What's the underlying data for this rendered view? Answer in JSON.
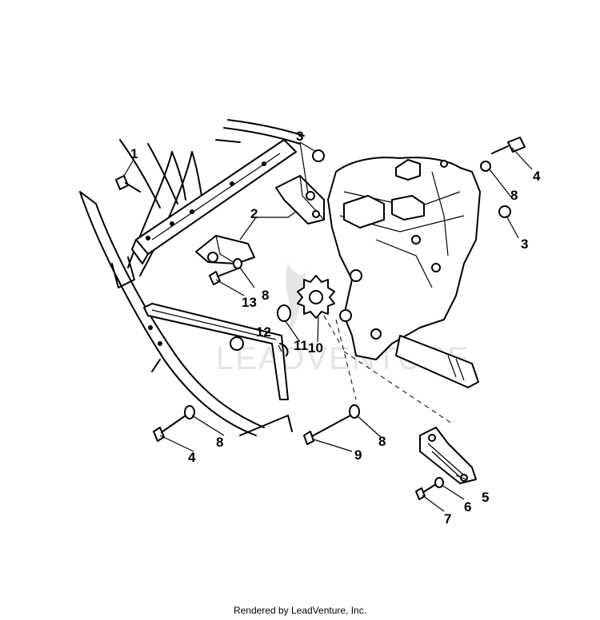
{
  "watermark": "LEADVENTURE",
  "caption": "Rendered by LeadVenture, Inc.",
  "callouts": [
    "1",
    "2",
    "3",
    "3",
    "4",
    "4",
    "5",
    "6",
    "7",
    "8",
    "8",
    "8",
    "8",
    "9",
    "10",
    "11",
    "12",
    "13"
  ]
}
